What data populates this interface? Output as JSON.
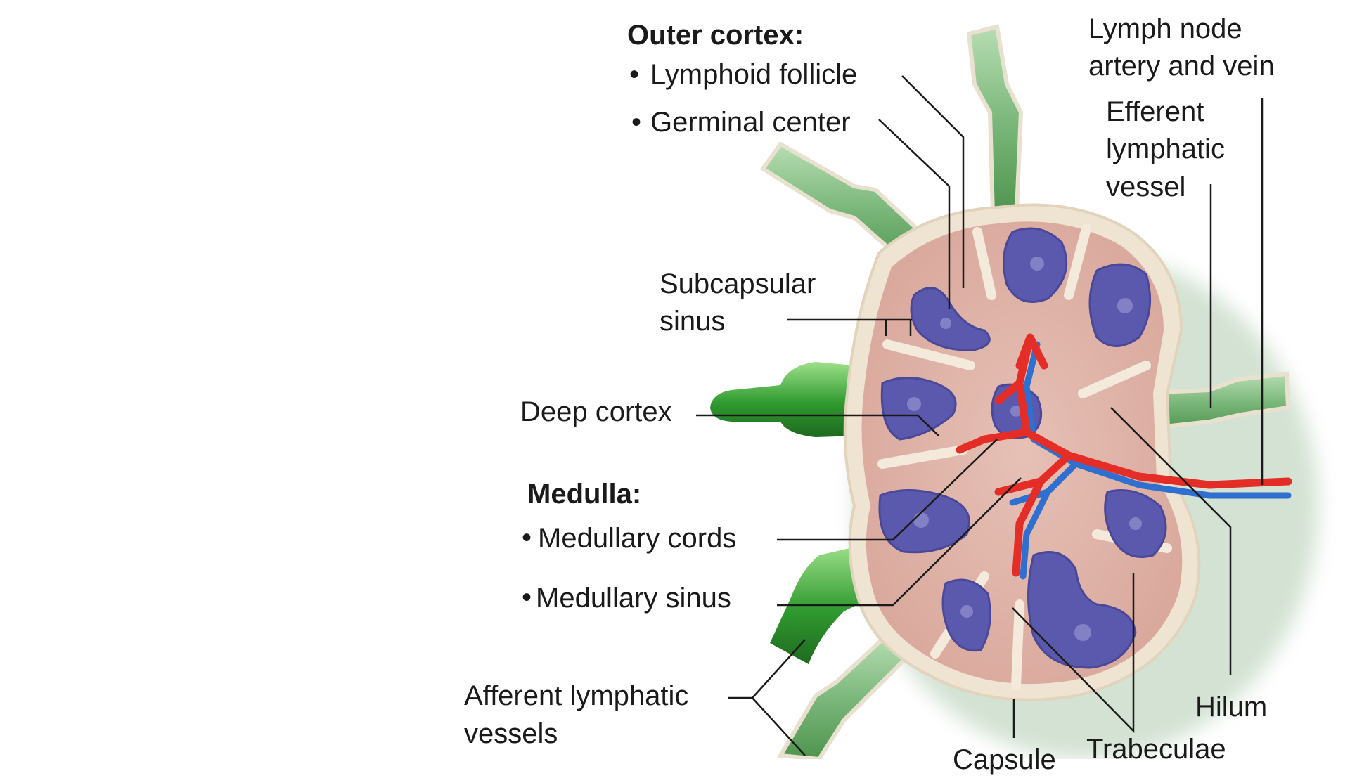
{
  "labels": {
    "outer_cortex": "Outer cortex:",
    "lymphoid_follicle": "Lymphoid follicle",
    "germinal_center": "Germinal center",
    "lymph_node_artery_line1": "Lymph node",
    "lymph_node_artery_line2": "artery and vein",
    "efferent_line1": "Efferent",
    "efferent_line2": "lymphatic",
    "efferent_line3": "vessel",
    "subcapsular_line1": "Subcapsular",
    "subcapsular_line2": "sinus",
    "deep_cortex": "Deep cortex",
    "medulla": "Medulla:",
    "medullary_cords": "Medullary cords",
    "medullary_sinus": "Medullary sinus",
    "afferent_line1": "Afferent lymphatic",
    "afferent_line2": "vessels",
    "hilum": "Hilum",
    "trabeculae": "Trabeculae",
    "capsule": "Capsule"
  },
  "colors": {
    "capsule": "#efe3d2",
    "cortex": "#e4b8ae",
    "follicle": "#5b59ad",
    "lymph_vessel": "#8cc08c",
    "artery": "#e52d27",
    "vein": "#2f6fd0",
    "leader_line": "#1a1a1a"
  }
}
